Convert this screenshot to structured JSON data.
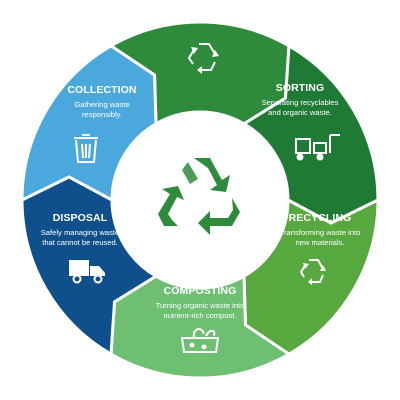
{
  "center_icon": "recycle-icon",
  "segments": [
    {
      "id": "top",
      "title": "",
      "lines": [],
      "color": "#2e8b3c",
      "icon": "recycle-icon"
    },
    {
      "id": "sorting",
      "title": "SORTING",
      "lines": [
        "Separating recyclables",
        "and organic waste."
      ],
      "color": "#1f7a35",
      "icon": "sorting-machine-icon"
    },
    {
      "id": "recycling",
      "title": "RECYCLING",
      "lines": [
        "Transforming waste into",
        "new materials."
      ],
      "color": "#58a840",
      "icon": "recycle-icon"
    },
    {
      "id": "composting",
      "title": "COMPOSTING",
      "lines": [
        "Turning organic waste into",
        "nutrient-rich compost."
      ],
      "color": "#6fbf73",
      "icon": "compost-icon"
    },
    {
      "id": "disposal",
      "title": "DISPOSAL",
      "lines": [
        "Safely managing waste",
        "that cannot be reused."
      ],
      "color": "#0f4f8c",
      "icon": "truck-icon"
    },
    {
      "id": "collection",
      "title": "COLLECTION",
      "lines": [
        "Gathering waste",
        "responsibly."
      ],
      "color": "#4aa8dd",
      "icon": "trash-bin-icon"
    }
  ]
}
